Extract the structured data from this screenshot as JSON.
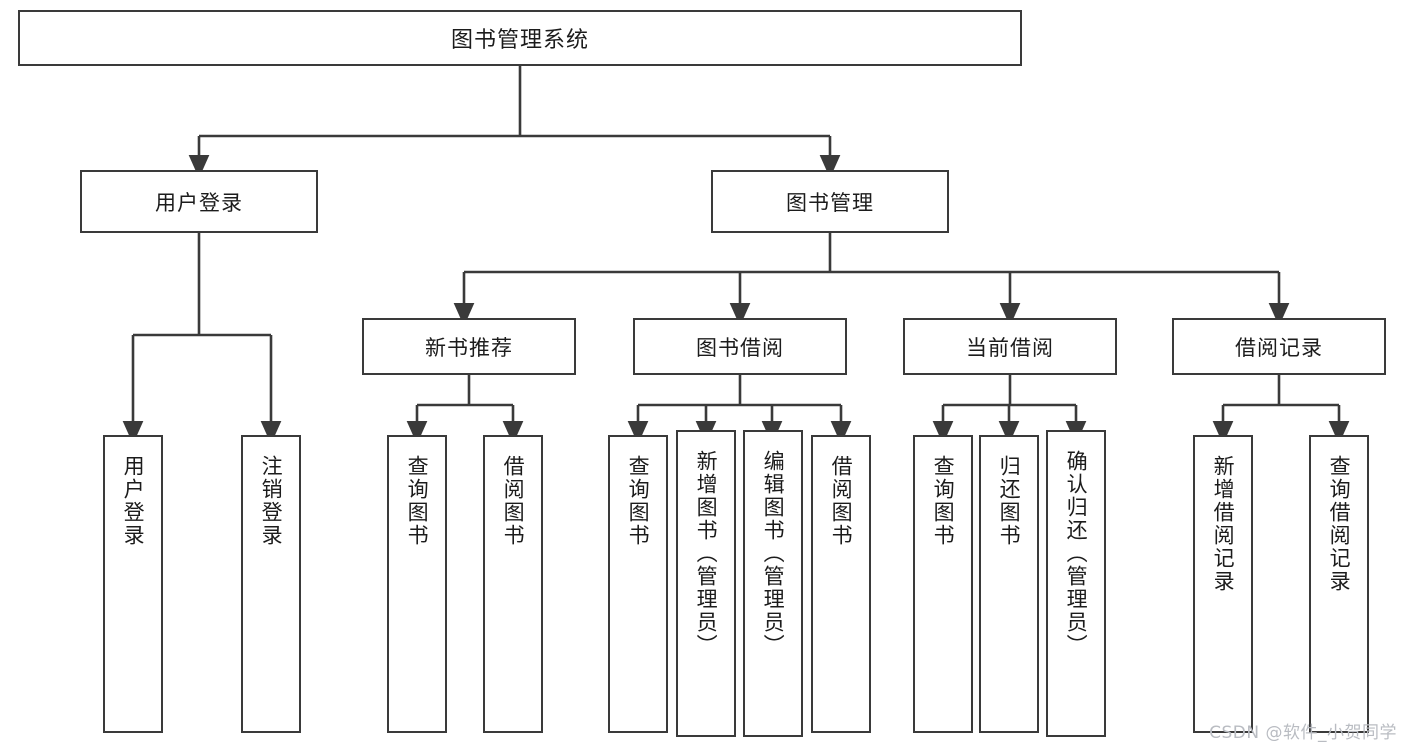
{
  "diagram": {
    "title": "图书管理系统",
    "type": "hierarchy-tree",
    "root": {
      "id": "root",
      "label": "图书管理系统"
    },
    "level1": [
      {
        "id": "user-login",
        "label": "用户登录"
      },
      {
        "id": "book-manage",
        "label": "图书管理"
      }
    ],
    "level2": [
      {
        "id": "new-book-recommend",
        "label": "新书推荐",
        "parent": "book-manage"
      },
      {
        "id": "book-borrow",
        "label": "图书借阅",
        "parent": "book-manage"
      },
      {
        "id": "current-borrow",
        "label": "当前借阅",
        "parent": "book-manage"
      },
      {
        "id": "borrow-record",
        "label": "借阅记录",
        "parent": "book-manage"
      }
    ],
    "leaves": {
      "user-login": [
        {
          "id": "leaf-user-login",
          "label": "用户登录"
        },
        {
          "id": "leaf-logout",
          "label": "注销登录"
        }
      ],
      "new-book-recommend": [
        {
          "id": "leaf-query-book-1",
          "label": "查询图书"
        },
        {
          "id": "leaf-borrow-book-1",
          "label": "借阅图书"
        }
      ],
      "book-borrow": [
        {
          "id": "leaf-query-book-2",
          "label": "查询图书"
        },
        {
          "id": "leaf-add-book",
          "label": "新增图书（管理员）"
        },
        {
          "id": "leaf-edit-book",
          "label": "编辑图书（管理员）"
        },
        {
          "id": "leaf-borrow-book-2",
          "label": "借阅图书"
        }
      ],
      "current-borrow": [
        {
          "id": "leaf-query-book-3",
          "label": "查询图书"
        },
        {
          "id": "leaf-return-book",
          "label": "归还图书"
        },
        {
          "id": "leaf-confirm-return",
          "label": "确认归还（管理员）"
        }
      ],
      "borrow-record": [
        {
          "id": "leaf-add-record",
          "label": "新增借阅记录"
        },
        {
          "id": "leaf-query-record",
          "label": "查询借阅记录"
        }
      ]
    }
  },
  "watermark": {
    "text": "CSDN @软件_小贺同学"
  },
  "colors": {
    "border": "#3a3a3a",
    "text": "#1c1c1c",
    "background": "#ffffff",
    "watermark": "#b9bcc2"
  }
}
